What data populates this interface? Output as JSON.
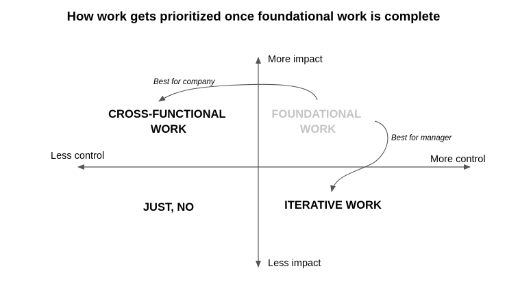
{
  "title": "How work gets prioritized once foundational work is complete",
  "axes": {
    "top": "More impact",
    "bottom": "Less impact",
    "left": "Less control",
    "right": "More control"
  },
  "quadrants": {
    "top_left": [
      "CROSS-FUNCTIONAL",
      "WORK"
    ],
    "top_right": [
      "FOUNDATIONAL",
      "WORK"
    ],
    "bottom_left": [
      "JUST, NO"
    ],
    "bottom_right": [
      "ITERATIVE WORK"
    ]
  },
  "arrows": {
    "to_cross_functional": "Best for company",
    "to_iterative": "Best for manager"
  },
  "colors": {
    "text": "#000000",
    "axis": "#555555",
    "faded_quadrant": "#c4c4c4",
    "arrow": "#555555"
  }
}
